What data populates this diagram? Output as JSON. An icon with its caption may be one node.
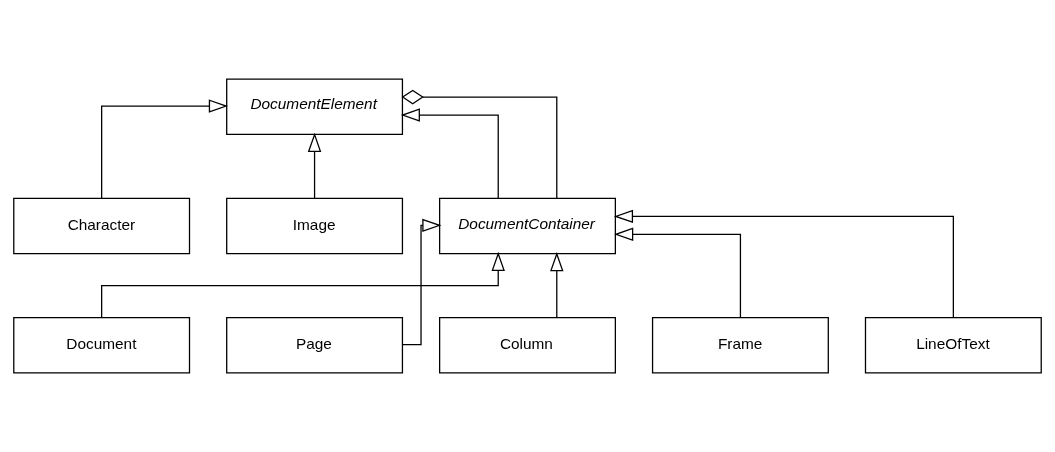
{
  "diagram": {
    "nodes": [
      {
        "text": [
          "DocumentElement"
        ]
      },
      {
        "text": [
          "Character"
        ]
      },
      {
        "text": [
          "Image"
        ]
      },
      {
        "text": [
          "DocumentContainer"
        ]
      },
      {
        "text": [
          "Document"
        ]
      },
      {
        "text": [
          "Page"
        ]
      },
      {
        "text": [
          "Column"
        ]
      },
      {
        "text": [
          "Frame"
        ]
      },
      {
        "text": [
          "LineOfText"
        ]
      }
    ],
    "edges": [
      {
        "from": 1,
        "to": 0,
        "arrow": "to"
      },
      {
        "from": 2,
        "to": 0,
        "arrow": "to"
      },
      {
        "from": 3,
        "to": 0,
        "arrow": "to"
      },
      {
        "from": 3,
        "to": 0,
        "arrow": "other"
      },
      {
        "from": 4,
        "to": 3,
        "arrow": "to"
      },
      {
        "from": 5,
        "to": 3,
        "arrow": "to"
      },
      {
        "from": 6,
        "to": 3,
        "arrow": "to"
      },
      {
        "from": 7,
        "to": 3,
        "arrow": "to"
      },
      {
        "from": 8,
        "to": 3,
        "arrow": "to"
      }
    ]
  }
}
